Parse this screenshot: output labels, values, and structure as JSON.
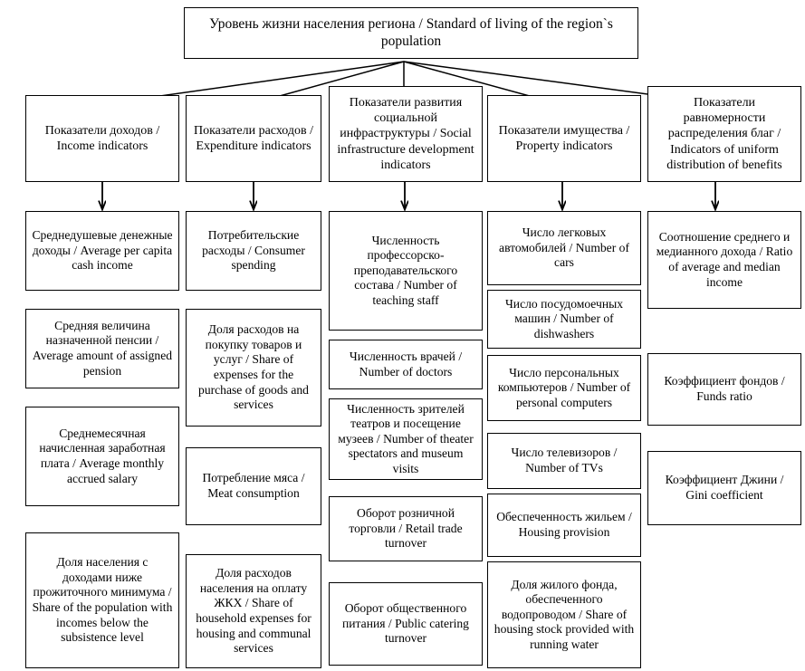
{
  "diagram": {
    "type": "hierarchy-tree",
    "title_box": {
      "label": "Уровень жизни населения региона / Standard of living of the region`s population",
      "ru": "Уровень жизни населения региона",
      "en": "Standard of living of the region`s population"
    },
    "categories": [
      {
        "id": "income",
        "label": "Показатели доходов / Income indicators",
        "items": [
          {
            "label": "Среднедушевые денежные доходы / Average per capita cash income"
          },
          {
            "label": "Средняя величина назначенной пенсии / Average amount of assigned pension"
          },
          {
            "label": "Среднемесячная начисленная заработная плата / Average monthly accrued salary"
          },
          {
            "label": "Доля населения с доходами ниже прожиточного минимума / Share of the population with incomes below the subsistence level"
          }
        ]
      },
      {
        "id": "expenditure",
        "label": "Показатели расходов / Expenditure indicators",
        "items": [
          {
            "label": "Потребительские расходы / Consumer spending"
          },
          {
            "label": "Доля расходов на покупку товаров и услуг / Share of expenses for the purchase of goods and services"
          },
          {
            "label": "Потребление мяса / Meat consumption"
          },
          {
            "label": "Доля расходов населения на оплату ЖКХ / Share of household expenses for housing and communal services"
          }
        ]
      },
      {
        "id": "social-infrastructure",
        "label": "Показатели развития социальной инфраструктуры / Social infrastructure development indicators",
        "items": [
          {
            "label": "Численность профессорско-преподавательского состава / Number of teaching staff"
          },
          {
            "label": "Численность врачей / Number of doctors"
          },
          {
            "label": "Численность зрителей театров и посещение музеев / Number of theater spectators and museum visits"
          },
          {
            "label": "Оборот розничной торговли / Retail trade turnover"
          },
          {
            "label": "Оборот общественного питания / Public catering turnover"
          }
        ]
      },
      {
        "id": "property",
        "label": "Показатели имущества / Property indicators",
        "items": [
          {
            "label": "Число легковых автомобилей / Number of cars"
          },
          {
            "label": "Число посудомоечных машин / Number of dishwashers"
          },
          {
            "label": "Число персональных компьютеров / Number of personal computers"
          },
          {
            "label": "Число телевизоров / Number of TVs"
          },
          {
            "label": "Обеспеченность жильем / Housing provision"
          },
          {
            "label": "Доля жилого фонда, обеспеченного водопроводом / Share of housing stock provided with running water"
          }
        ]
      },
      {
        "id": "uniform-distribution",
        "label": "Показатели равномерности распределения благ / Indicators of uniform distribution of benefits",
        "items": [
          {
            "label": "Соотношение среднего и медианного дохода / Ratio of average and median income"
          },
          {
            "label": "Коэффициент фондов / Funds ratio"
          },
          {
            "label": "Коэффициент Джини / Gini coefficient"
          }
        ]
      }
    ],
    "colors": {
      "border": "#000000",
      "background": "#ffffff",
      "text": "#000000"
    }
  }
}
